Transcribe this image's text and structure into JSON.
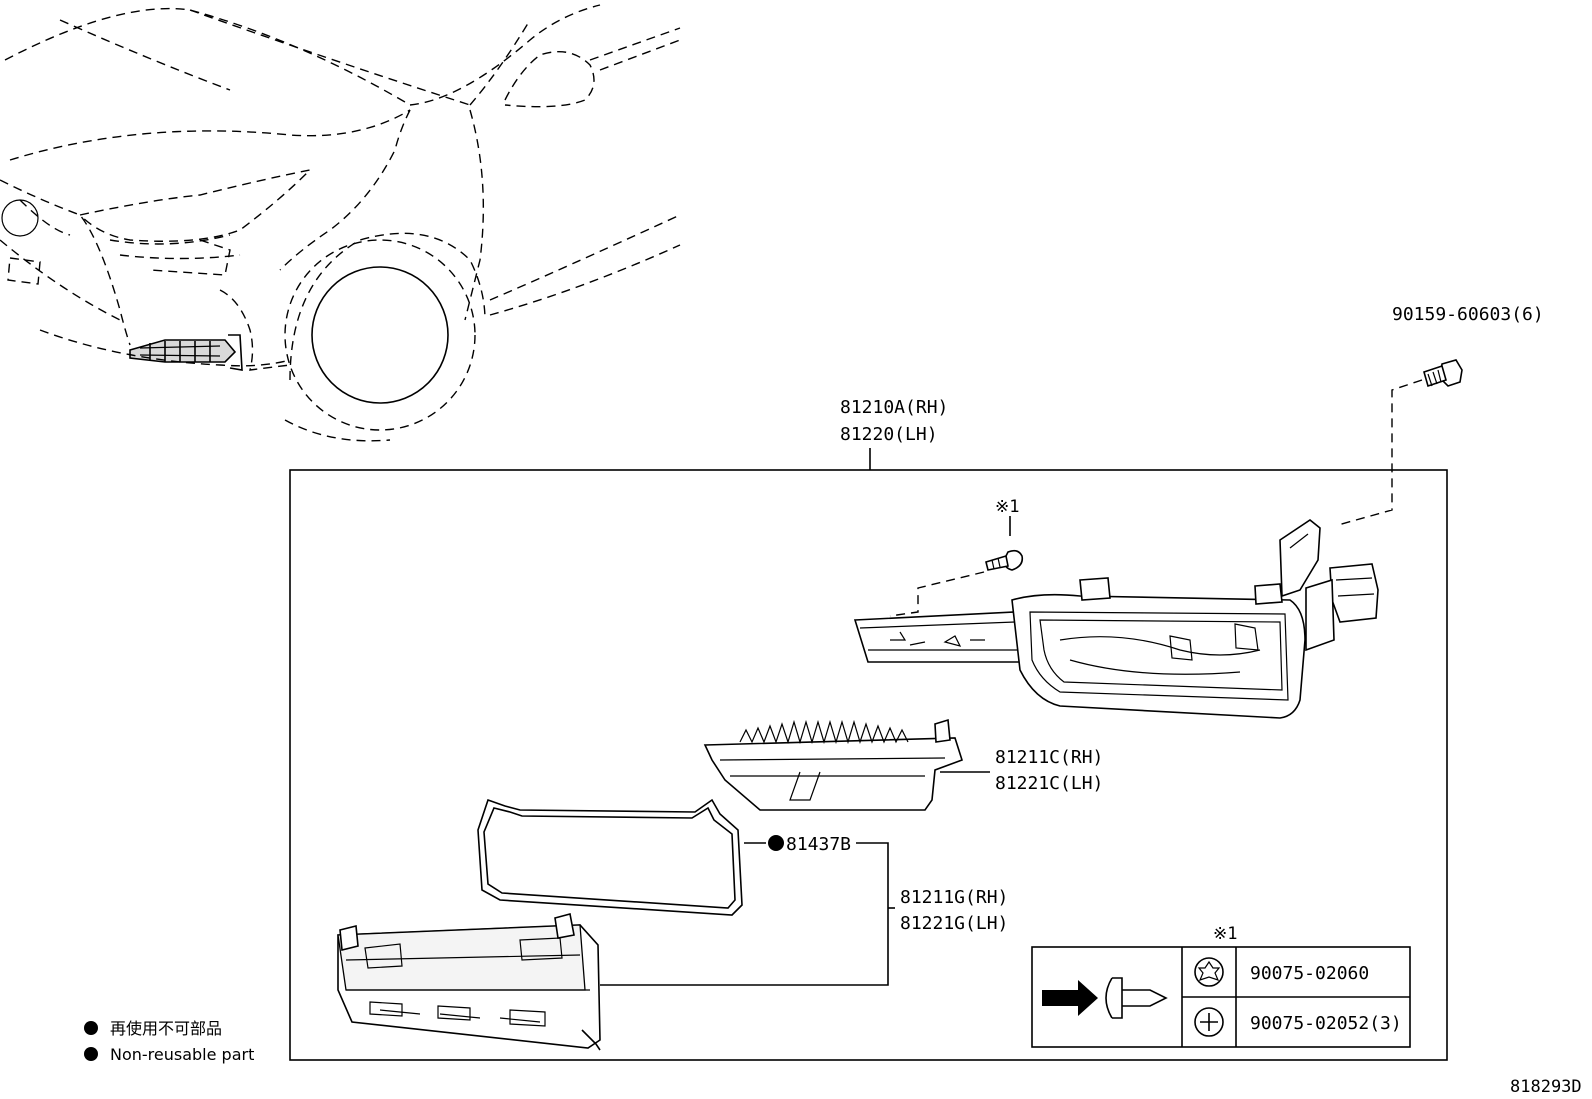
{
  "callouts": {
    "bolt_part": "90159-60603(6)",
    "housing_rh": "81210A(RH)",
    "housing_lh": "81220(LH)",
    "screw_ref": "※1",
    "heatsink_rh": "81211C(RH)",
    "heatsink_lh": "81221C(LH)",
    "gasket": "81437B",
    "lens_rh": "81211G(RH)",
    "lens_lh": "81221G(LH)"
  },
  "screw_table": {
    "ref": "※1",
    "rows": [
      {
        "part": "90075-02060",
        "head_icon": "torx-head-icon"
      },
      {
        "part": "90075-02052(3)",
        "head_icon": "phillips-head-icon"
      }
    ]
  },
  "legend": {
    "jp": "再使用不可部品",
    "en": "Non-reusable part"
  },
  "diagram_id": "818293D"
}
